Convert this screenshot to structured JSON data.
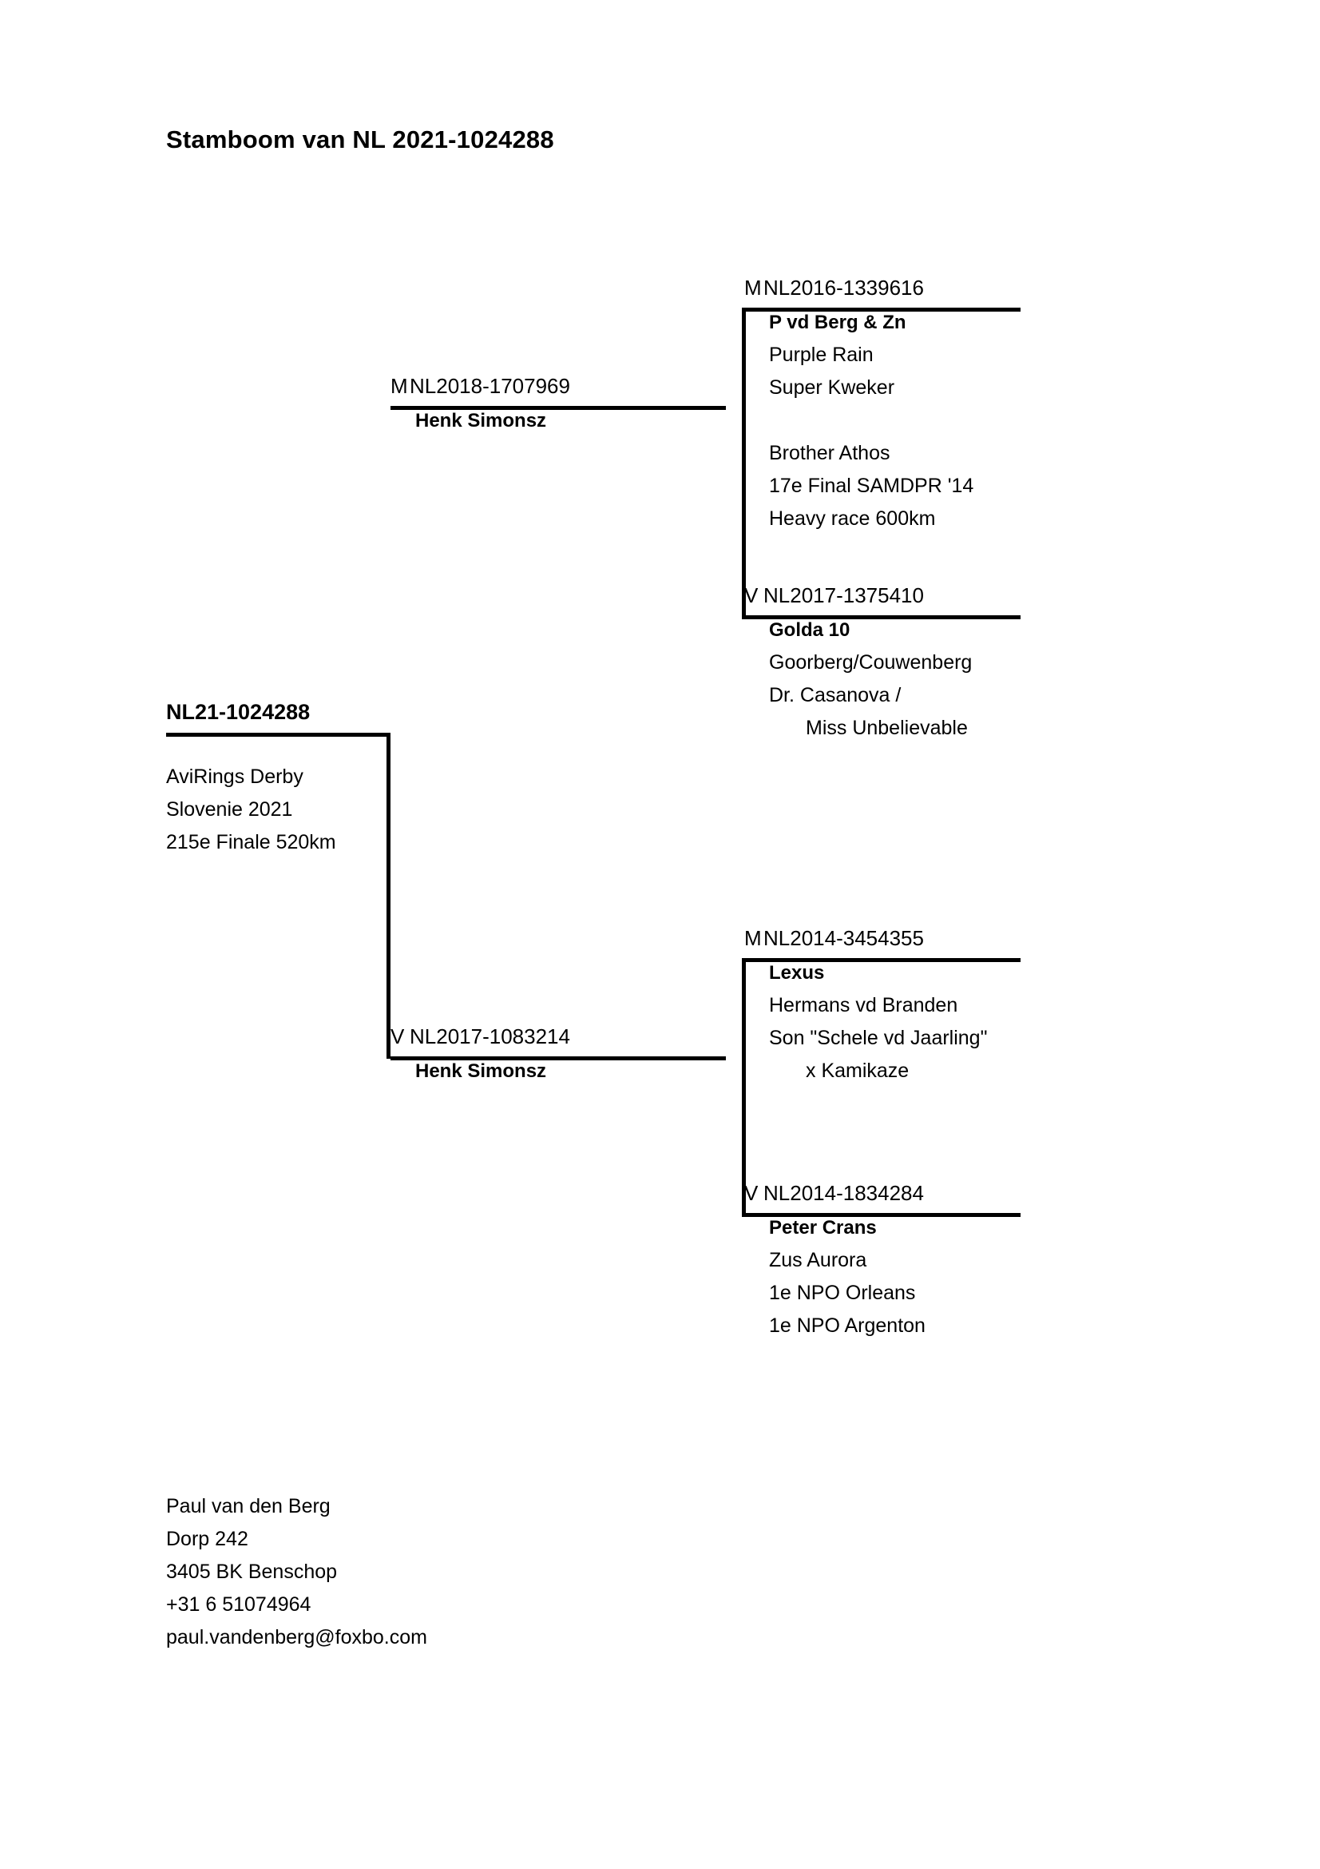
{
  "document": {
    "title": "Stamboom van NL 2021-1024288"
  },
  "pedigree": {
    "subject": {
      "sex": "",
      "registration": "NL21-1024288",
      "details": [
        "AviRings Derby",
        "Slovenie 2021",
        "215e Finale 520km"
      ]
    },
    "sire": {
      "sex": "M",
      "registration": "NL2018-1707969",
      "details": [
        "Henk Simonsz"
      ]
    },
    "dam": {
      "sex": "V",
      "registration": "NL2017-1083214",
      "details": [
        "Henk Simonsz"
      ]
    },
    "sire_sire": {
      "sex": "M",
      "registration": "NL2016-1339616",
      "details": [
        "P vd Berg & Zn",
        "Purple Rain",
        "Super Kweker",
        "",
        "Brother Athos",
        "17e Final SAMDPR '14",
        "Heavy race 600km"
      ]
    },
    "sire_dam": {
      "sex": "V",
      "registration": "NL2017-1375410",
      "details": [
        "Golda 10",
        "Goorberg/Couwenberg",
        "Dr. Casanova /",
        "Miss Unbelievable"
      ]
    },
    "dam_sire": {
      "sex": "M",
      "registration": "NL2014-3454355",
      "details": [
        "Lexus",
        "Hermans vd Branden",
        "Son \"Schele vd Jaarling\"",
        "x Kamikaze"
      ]
    },
    "dam_dam": {
      "sex": "V",
      "registration": "NL2014-1834284",
      "details": [
        "Peter Crans",
        "Zus Aurora",
        "1e NPO Orleans",
        "1e NPO Argenton"
      ]
    }
  },
  "footer": {
    "lines": [
      "Paul van den Berg",
      "Dorp 242",
      "3405 BK  Benschop",
      "+31 6 51074964",
      "paul.vandenberg@foxbo.com"
    ]
  }
}
